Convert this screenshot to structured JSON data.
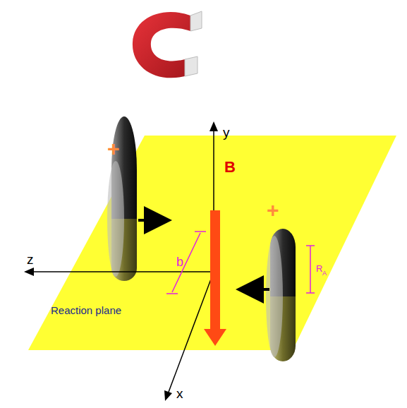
{
  "diagram": {
    "labels": [
      "+",
      "+",
      "y",
      "B",
      "z",
      "b",
      "x",
      "R",
      "A",
      "Reaction plane"
    ]
  }
}
